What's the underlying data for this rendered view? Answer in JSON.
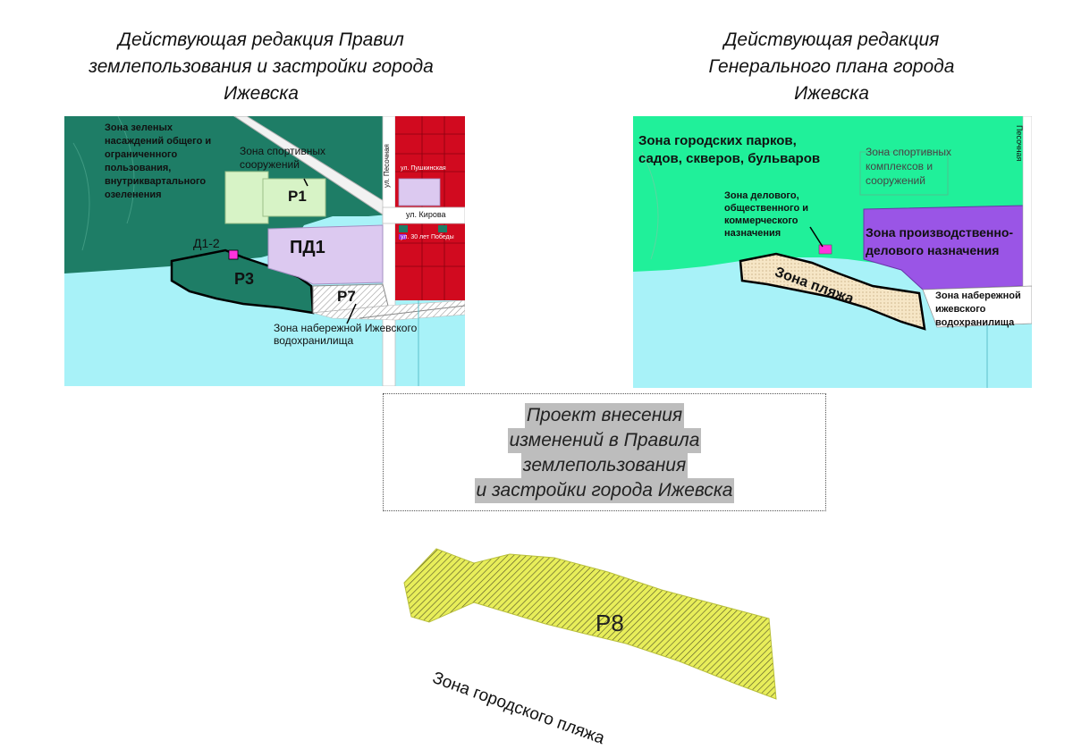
{
  "left_panel": {
    "title": "Действующая  редакция Правил\nземлепользования и застройки города\nИжевска",
    "labels": {
      "green_zone": "Зона зеленых\nнасаждений общего и\nограниченного\nпользования,\nвнутриквартального\nозеленения",
      "sport_zone": "Зона спортивных\nсооружений",
      "p1": "Р1",
      "pd1": "ПД1",
      "d12": "Д1-2",
      "p3": "Р3",
      "p7": "Р7",
      "embankment": "Зона набережной Ижевского\nводохранилища",
      "street_pesochnaya": "ул. Песочная",
      "street_kirova": "ул. Кирова",
      "street_top": "ул. Пушкинская",
      "street_mid": "ул. 30 лет Победы"
    }
  },
  "right_panel": {
    "title": "Действующая  редакция\nГенерального плана города\nИжевска",
    "labels": {
      "parks_zone": "Зона городских парков,\nсадов, скверов, бульваров",
      "sport_zone": "Зона спортивных\nкомплексов и\nсооружений",
      "business_zone": "Зона делового,\nобщественного и\nкоммерческого\nназначения",
      "industrial_zone": "Зона производственно-\nделового назначения",
      "beach_zone": "Зона пляжа",
      "embankment": "Зона набережной\nижевского\nводохранилища",
      "street": "Песочная"
    }
  },
  "project": {
    "lines": [
      "Проект внесения",
      "изменений в Правила",
      "землепользования",
      "и застройки города Ижевска"
    ]
  },
  "proposal": {
    "zone_code": "Р8",
    "zone_name": "Зона городского пляжа"
  },
  "colors": {
    "water": "#a8f2f8",
    "green_dark": "#1e7d66",
    "light_green": "#d7f3c6",
    "lavender": "#dcc9f0",
    "red_blocks": "#d10a1f",
    "magenta": "#ff33dd",
    "gp_green": "#20f09a",
    "gp_purple": "#9a55e6",
    "beach_fill": "#f6e6c6",
    "hatch_yellow": "#e8ee5a"
  }
}
